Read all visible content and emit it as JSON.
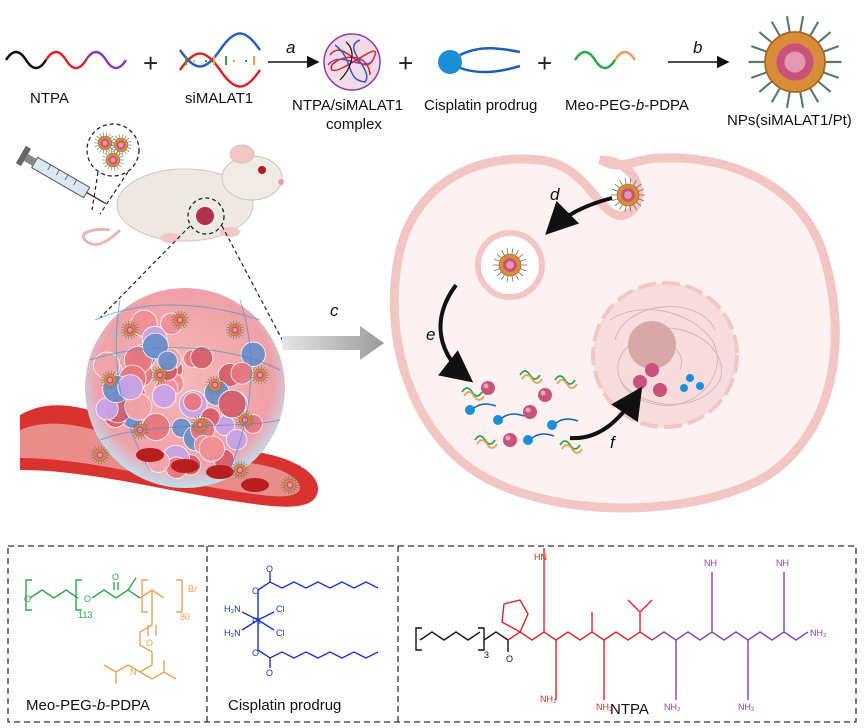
{
  "labels": {
    "ntpa": "NTPA",
    "simalat1": "siMALAT1",
    "complex_line1": "NTPA/siMALAT1",
    "complex_line2": "complex",
    "cisplatin_prodrug": "Cisplatin prodrug",
    "meo_peg_pdpa_prefix": "Meo-PEG-",
    "meo_peg_pdpa_b": "b",
    "meo_peg_pdpa_suffix": "-PDPA",
    "nps": "NPs(siMALAT1/Pt)"
  },
  "steps": {
    "a": "a",
    "b": "b",
    "c": "c",
    "d": "d",
    "e": "e",
    "f": "f"
  },
  "operators": {
    "plus": "+"
  },
  "structures": {
    "peg_label_prefix": "Meo-PEG-",
    "peg_label_b": "b",
    "peg_label_suffix": "-PDPA",
    "cis_label": "Cisplatin prodrug",
    "ntpa_label": "NTPA",
    "peg_n": "113",
    "pdpa_n": "80",
    "br": "Br",
    "h3n": "H₃N",
    "pt": "Pt",
    "cl": "Cl",
    "ntpa_n": "3",
    "nh2": "NH₂",
    "nh": "NH",
    "hn": "HN",
    "h": "H",
    "n": "N",
    "o": "O"
  },
  "colors": {
    "ntpa_black": "#111111",
    "ntpa_red": "#d9262a",
    "ntpa_purple": "#8a3fb0",
    "peg_green": "#2aa84a",
    "pdpa_orange": "#e8a25a",
    "cis_blue": "#1f33c9",
    "cell_pink": "#f3c6c6",
    "nucleus_pink": "#f6dcdc",
    "nanoparticle_orange": "#d98c3a",
    "vessel_red": "#d9332f"
  }
}
